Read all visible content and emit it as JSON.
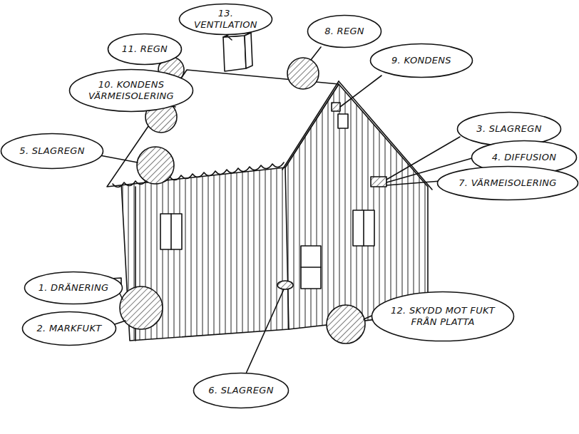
{
  "diagram": {
    "nodes": [
      {
        "text": [
          "13. VENTILATION"
        ]
      },
      {
        "text": [
          "8. REGN"
        ]
      },
      {
        "text": [
          "11. REGN"
        ]
      },
      {
        "text": [
          "9. KONDENS"
        ]
      },
      {
        "text": [
          "10. KONDENS VÄRMEISOLERING"
        ]
      },
      {
        "text": [
          "3. SLAGREGN"
        ]
      },
      {
        "text": [
          "5. SLAGREGN"
        ]
      },
      {
        "text": [
          "4. DIFFUSION"
        ]
      },
      {
        "text": [
          "7. VÄRMEISOLERING"
        ]
      },
      {
        "text": [
          "1. DRÄNERING"
        ]
      },
      {
        "text": [
          "12. SKYDD MOT FUKT FRÅN PLATTA"
        ]
      },
      {
        "text": [
          "2. MARKFUKT"
        ]
      },
      {
        "text": [
          "6. SLAGREGN"
        ]
      }
    ]
  }
}
